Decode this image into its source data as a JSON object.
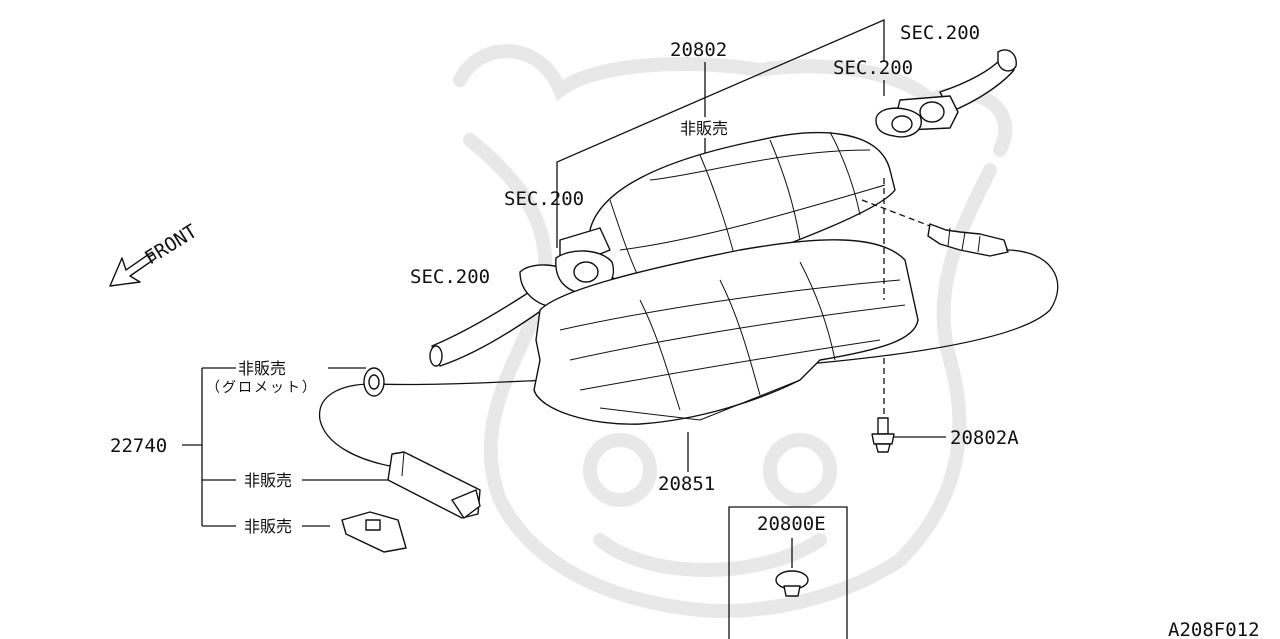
{
  "diagram": {
    "front_label": "FRONT",
    "sec_labels": [
      "SEC.200",
      "SEC.200",
      "SEC.200",
      "SEC.200"
    ],
    "part_20802": "20802",
    "part_20802_note": "非販売",
    "part_20802A": "20802A",
    "part_20851": "20851",
    "part_22740": "22740",
    "grommet_note": "非販売",
    "grommet_sub": "（グロメット）",
    "connector_note": "非販売",
    "bracket_note": "非販売",
    "part_20800E": "20800E",
    "figure_code": "A208F012"
  }
}
